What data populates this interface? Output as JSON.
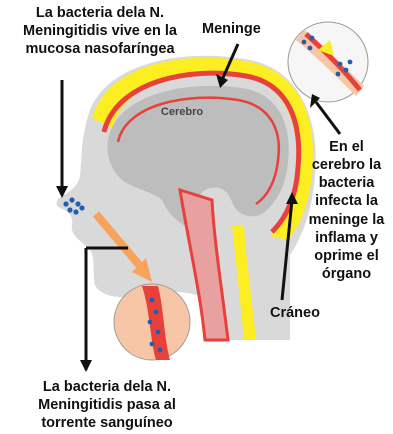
{
  "labels": {
    "bacteria_mucosa": "La bacteria dela N.\nMeningitidis vive en la\nmucosa nasofaríngea",
    "meninge": "Meninge",
    "cerebro": "Cerebro",
    "infecta": "En el\ncerebro la\nbacteria\ninfecta la\nmeninge la\ninflama y\noprime el\nórgano",
    "craneo": "Cráneo",
    "torrente": "La bacteria dela N.\nMeningitidis  pasa al\ntorrente sanguíneo"
  },
  "colors": {
    "skull": "#fcee21",
    "meninge": "#e8403a",
    "head": "#d9d9d9",
    "brain": "#bdbdbd",
    "bacteria": "#1f5fb0",
    "arrow_orange": "#f7a35c",
    "zoom_bg": "#f6c6a6"
  },
  "icons": {
    "bacteria": "bacteria-icon",
    "arrow": "pointer-arrow"
  }
}
